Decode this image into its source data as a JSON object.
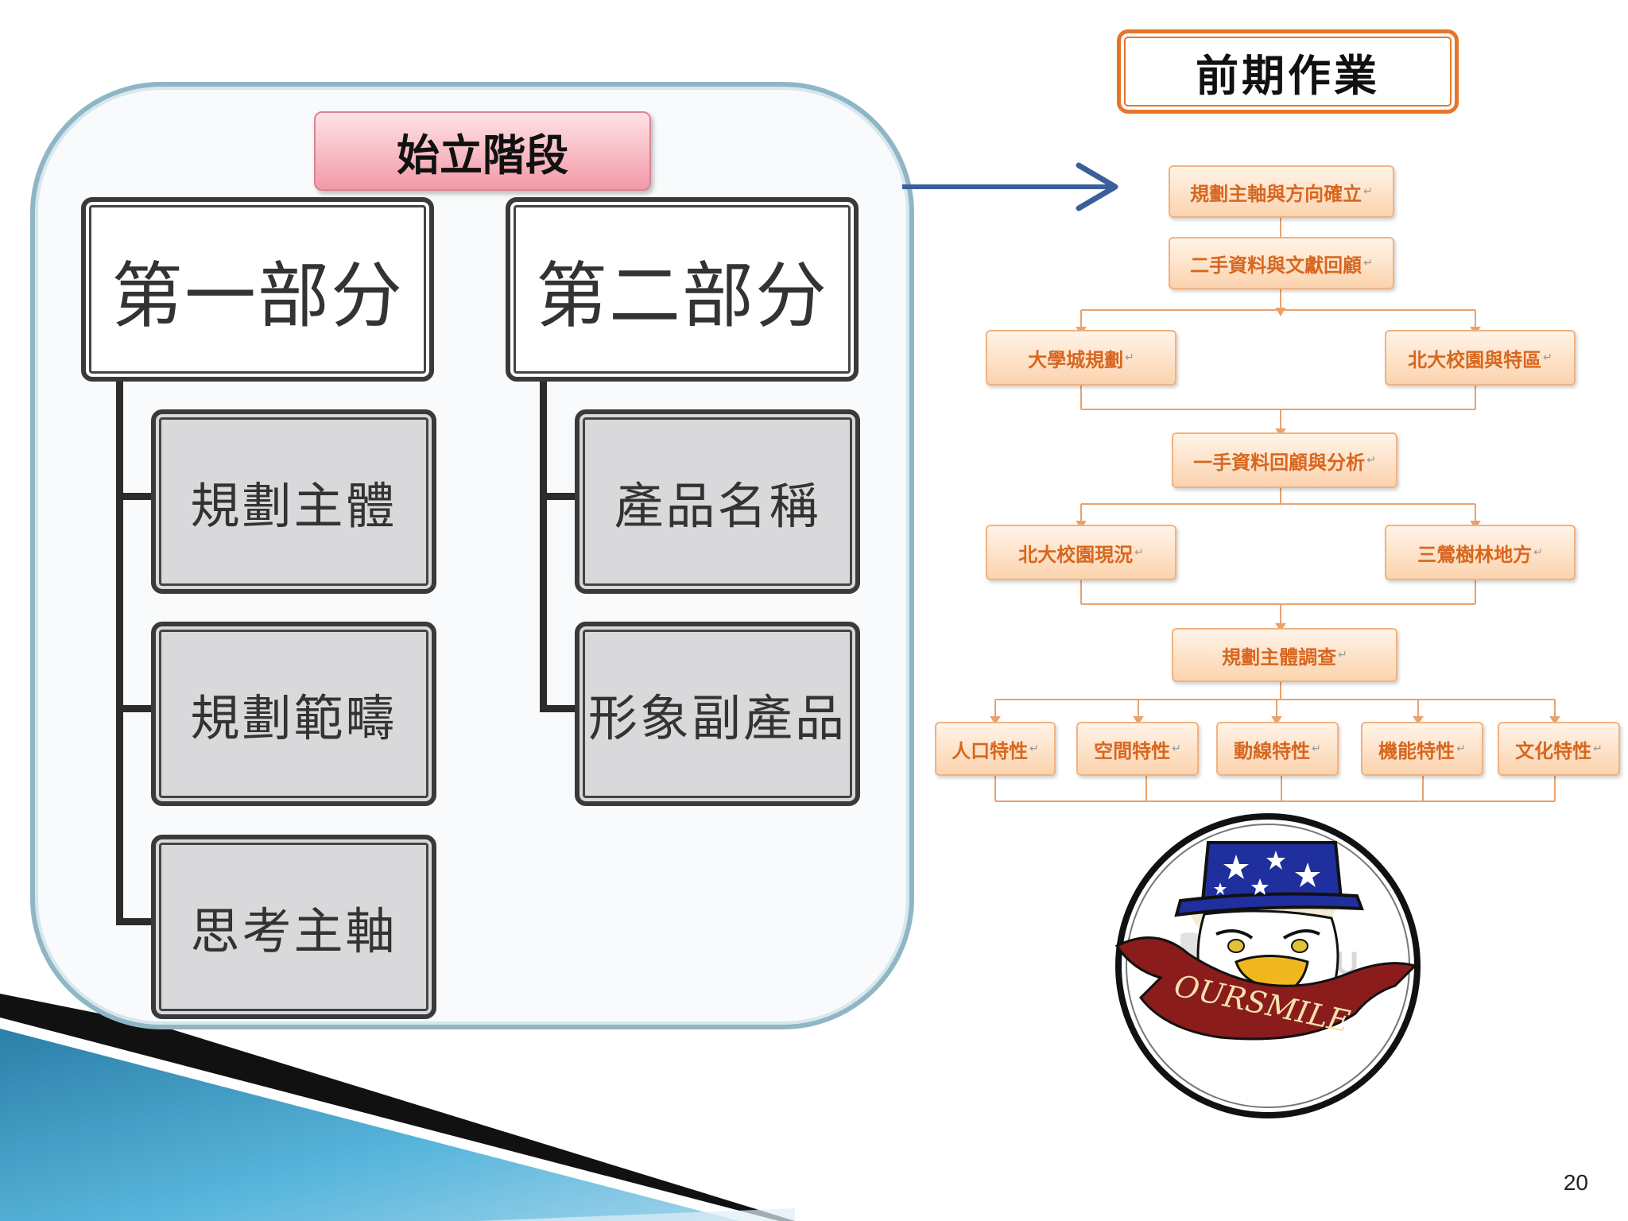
{
  "stage_title": "始立階段",
  "part1": {
    "title": "第一部分",
    "items": [
      "規劃主體",
      "規劃範疇",
      "思考主軸"
    ]
  },
  "part2": {
    "title": "第二部分",
    "items": [
      "產品名稱",
      "形象副產品"
    ]
  },
  "preliminary_title": "前期作業",
  "flow": {
    "step1": "規劃主軸與方向確立",
    "step2": "二手資料與文獻回顧",
    "branch1_left": "大學城規劃",
    "branch1_right": "北大校園與特區",
    "step3": "一手資料回顧與分析",
    "branch2_left": "北大校園現況",
    "branch2_right": "三鶯樹林地方",
    "step4": "規劃主體調查",
    "characteristics": [
      "人口特性",
      "空間特性",
      "動線特性",
      "機能特性",
      "文化特性"
    ]
  },
  "logo_text": "OURSMILE",
  "page_number": "20",
  "colors": {
    "container_border": "#8fb6c4",
    "stage_title_fill": "#f39aa7",
    "flow_accent": "#e8742a",
    "arrow": "#3b5f98"
  }
}
